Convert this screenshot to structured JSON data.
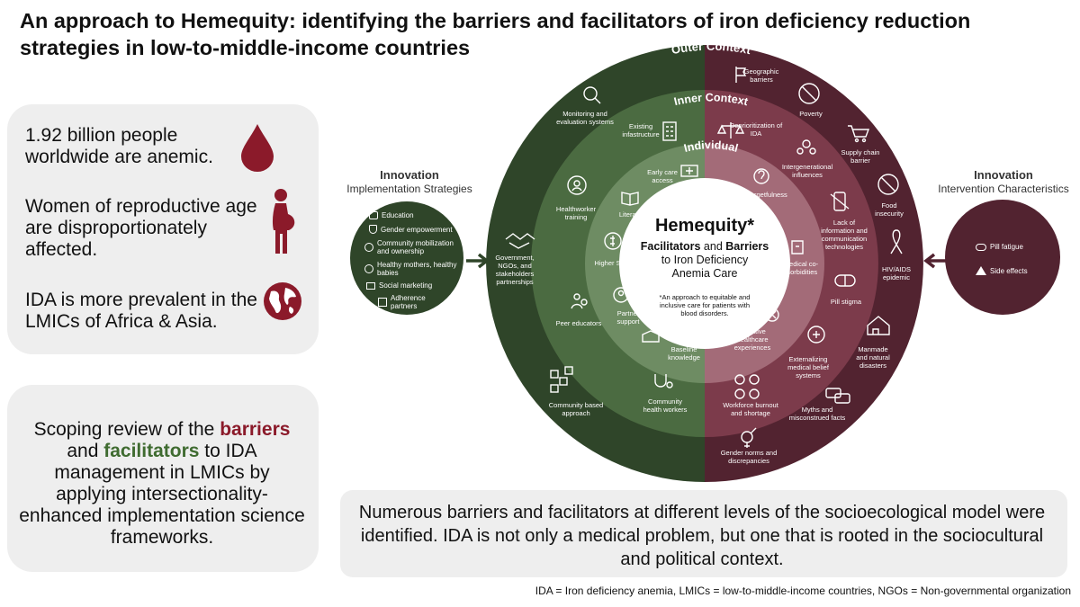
{
  "title": "An approach to Hemequity: identifying the barriers and facilitators of iron deficiency reduction strategies in low-to-middle-income countries",
  "stats": {
    "anemic": "1.92 billion people worldwide are anemic.",
    "women": "Women of reproductive age are disproportionately affected.",
    "ida": "IDA is more prevalent in the LMICs of Africa & Asia."
  },
  "scoping": {
    "part1": "Scoping review of the ",
    "barriers": "barriers",
    "part2": " and ",
    "facilitators": "facilitators",
    "part3": " to IDA management in LMICs by applying intersectionality-enhanced implementation science frameworks."
  },
  "summary": "Numerous barriers and facilitators at different levels of the socioecological model were identified. IDA is not only a medical problem, but one that is rooted in the sociocultural and political context.",
  "footnote": "IDA = Iron deficiency anemia, LMICs = low-to-middle-income countries, NGOs = Non-governmental organization",
  "implementation": {
    "heading": "Innovation",
    "subheading": "Implementation Strategies",
    "items": [
      "Education",
      "Gender empowerment",
      "Community mobilization and ownership",
      "Healthy mothers, healthy babies",
      "Social marketing",
      "Adherence partners"
    ]
  },
  "intervention": {
    "heading": "Innovation",
    "subheading": "Intervention Characteristics",
    "items": [
      "Pill fatigue",
      "Side effects"
    ]
  },
  "diagram": {
    "outer_title": "Outer Context",
    "inner_title": "Inner Context",
    "individual_title": "Individual",
    "center": {
      "title": "Hemequity*",
      "facilitators_word": "Facilitators",
      "and_word": " and ",
      "barriers_word": "Barriers",
      "line2": "to Iron Deficiency",
      "line3": "Anemia Care",
      "note": "*An approach to equitable and inclusive care for patients with blood disorders."
    },
    "facilitators": {
      "outer": [
        "Monitoring and evaluation systems",
        "Government, NGOs, and stakeholders partnerships",
        "Community based approach"
      ],
      "inner": [
        "Existing infastructure",
        "Healthworker training",
        "Peer educators",
        "Community health workers"
      ],
      "individual": [
        "Early care access",
        "Literacy",
        "Higher SES",
        "Partner support",
        "Baseline knowledge"
      ]
    },
    "barriers": {
      "outer": [
        "Geographic barriers",
        "Poverty",
        "Supply chain barrier",
        "Food insecurity",
        "HIV/AIDS epidemic",
        "Manmade and natural disasters",
        "Myths and misconstrued facts",
        "Gender norms and discrepancies"
      ],
      "inner": [
        "Deprioritization of IDA",
        "Intergenerational influences",
        "Lack of information and communication technologies",
        "Pill stigma",
        "Externalizing medical belief systems",
        "Workforce burnout and shortage"
      ],
      "individual": [
        "Forgetfulness",
        "Medical co-morbidities",
        "Negative healthcare experiences"
      ]
    },
    "colors": {
      "facilitator_outer": "#2f4529",
      "facilitator_inner": "#4b6b41",
      "facilitator_individual": "#6e8c63",
      "barrier_outer": "#522330",
      "barrier_inner": "#7c3b4b",
      "barrier_individual": "#a36b78",
      "accent_red": "#8b1a2a",
      "accent_green": "#3f6b30"
    }
  }
}
